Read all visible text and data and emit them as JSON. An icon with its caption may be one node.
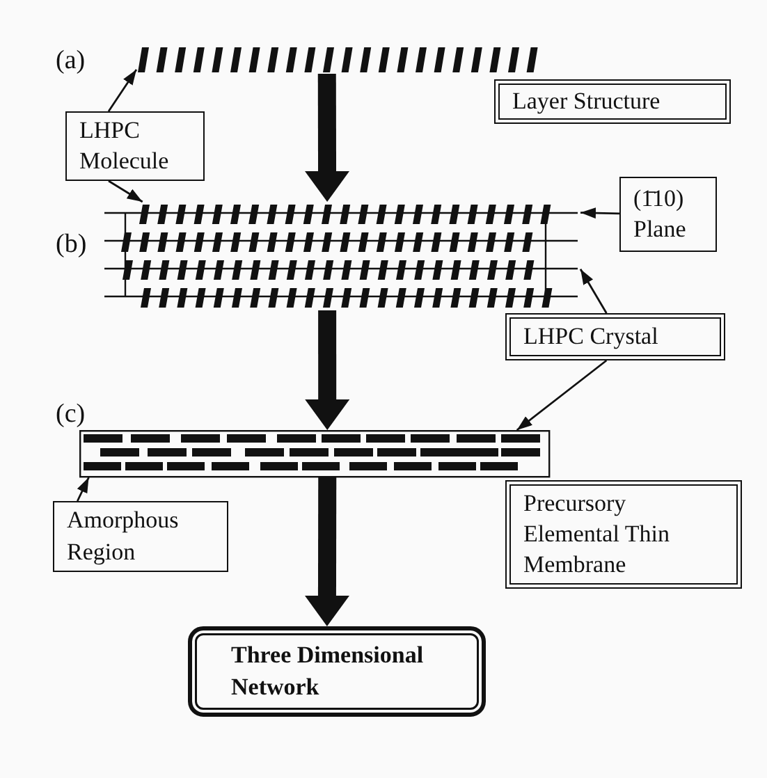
{
  "diagram": {
    "nodes": [
      {
        "text": [
          "LHPC Molecule"
        ]
      },
      {
        "text": [
          "Layer Structure"
        ]
      },
      {
        "text": [],
        "shape": "picture"
      },
      {
        "text": [],
        "shape": "picture"
      },
      {
        "text": [
          "(1̄10) Plane"
        ]
      },
      {
        "text": [
          "LHPC Crystal"
        ]
      },
      {
        "text": [],
        "shape": "picture"
      },
      {
        "text": [
          "Amorphous Region"
        ]
      },
      {
        "text": [
          "Precursory Elemental Thin Membrane"
        ]
      },
      {
        "text": [
          "Three Dimensional Network"
        ]
      }
    ],
    "edges": [
      {
        "from": 0,
        "to": 2,
        "arrow": "to"
      },
      {
        "from": 0,
        "to": 3,
        "arrow": "to"
      },
      {
        "from": 4,
        "to": 3,
        "arrow": "to"
      },
      {
        "from": 5,
        "to": 3,
        "arrow": "to"
      },
      {
        "from": 5,
        "to": 6,
        "arrow": "to"
      },
      {
        "from": 7,
        "to": 6,
        "arrow": "to"
      },
      {
        "from": 2,
        "to": 3,
        "arrow": "to",
        "style": "thick"
      },
      {
        "from": 3,
        "to": 6,
        "arrow": "to",
        "style": "thick"
      },
      {
        "from": 6,
        "to": 9,
        "arrow": "to",
        "style": "thick"
      }
    ],
    "labels": [
      "(a)",
      "(b)",
      "(c)"
    ]
  }
}
